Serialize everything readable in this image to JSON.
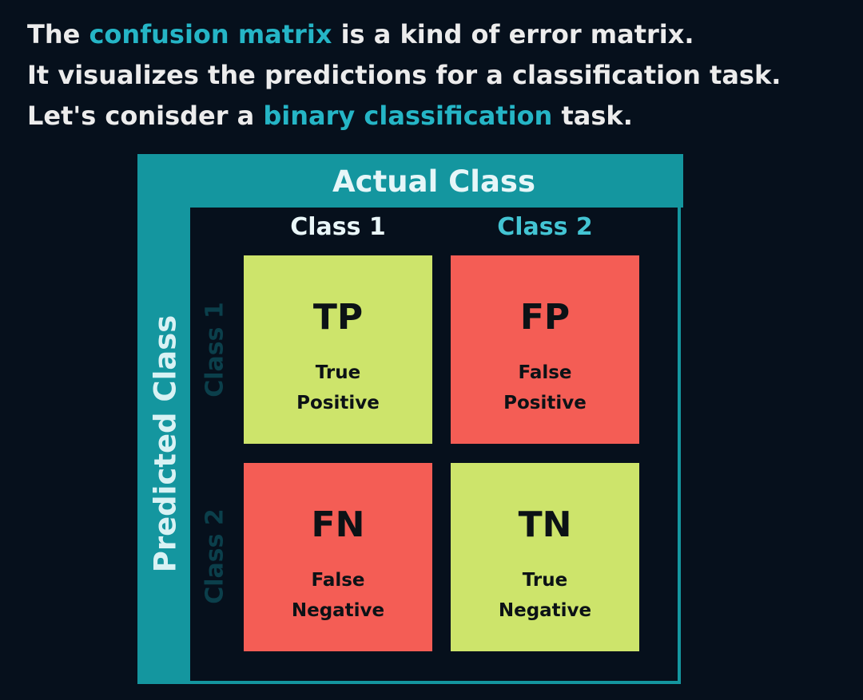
{
  "intro": {
    "line1": {
      "pre": "The ",
      "hl": "confusion matrix",
      "post": " is a kind of error matrix."
    },
    "line2": "It visualizes the predictions for a classification task.",
    "line3": {
      "pre": "Let's conisder a ",
      "hl": "binary classification",
      "post": "  task."
    }
  },
  "matrix": {
    "actual_title": "Actual Class",
    "predicted_title": "Predicted Class",
    "columns": [
      "Class 1",
      "Class 2"
    ],
    "rows": [
      "Class 1",
      "Class 2"
    ],
    "cells": [
      {
        "abbr": "TP",
        "line1": "True",
        "line2": "Positive",
        "kind": "correct"
      },
      {
        "abbr": "FP",
        "line1": "False",
        "line2": "Positive",
        "kind": "error"
      },
      {
        "abbr": "FN",
        "line1": "False",
        "line2": "Negative",
        "kind": "error"
      },
      {
        "abbr": "TN",
        "line1": "True",
        "line2": "Negative",
        "kind": "correct"
      }
    ]
  },
  "colors": {
    "background": "#06101c",
    "frame": "#14969f",
    "highlight": "#25b5c6",
    "correct": "#cde46b",
    "error": "#f45d55",
    "column_1_label": "#e9f6f8",
    "column_2_label": "#43c4d3",
    "row_label": "#0b3f4b"
  }
}
